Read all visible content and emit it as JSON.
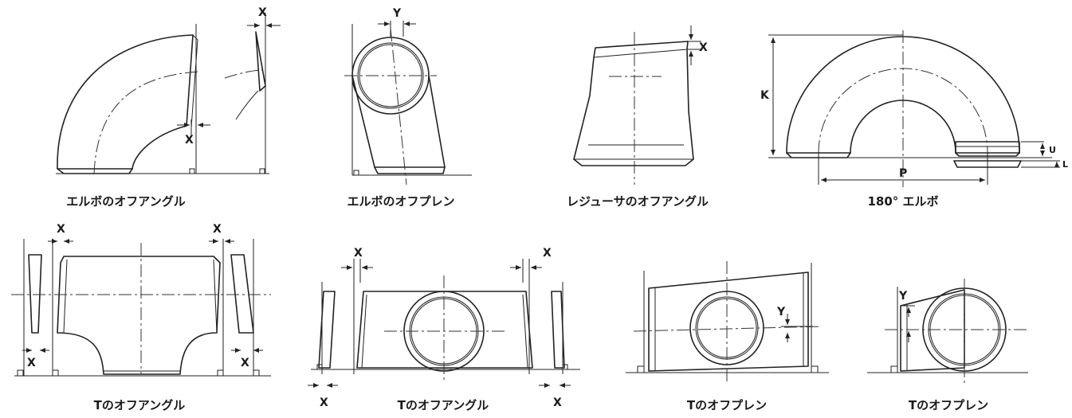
{
  "captions": [
    "エルボのオフアングル",
    "エルボのオフプレン",
    "レジューサのオフアングル",
    "180° エルボ",
    "Tのオフアングル",
    "Tのオフアングル",
    "Tのオフプレン",
    "Tのオフプレン"
  ],
  "labels": {
    "x": "X",
    "y": "Y",
    "k": "K",
    "p": "P",
    "u": "U",
    "l": "L"
  }
}
